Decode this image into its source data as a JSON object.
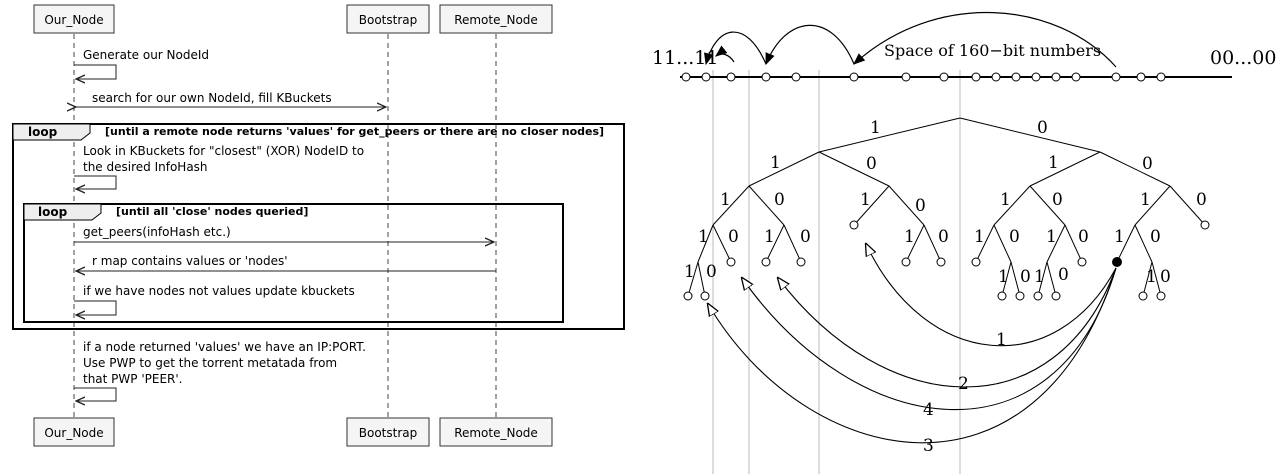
{
  "sequence": {
    "participants": [
      "Our_Node",
      "Bootstrap",
      "Remote_Node"
    ],
    "messages": [
      "Generate our NodeId",
      "search for our own NodeId, fill KBuckets",
      "Look in KBuckets for \"closest\" (XOR) NodeID to",
      "the desired InfoHash",
      "get_peers(infoHash etc.)",
      "r map contains values or 'nodes'",
      "if we have nodes not values update kbuckets",
      "if a node returned 'values' we have an IP:PORT.",
      "Use PWP to get the torrent metatada from",
      "that PWP 'PEER'."
    ],
    "outer_loop": {
      "label": "loop",
      "condition": "[until a remote node returns 'values' for get_peers or there are no closer nodes]"
    },
    "inner_loop": {
      "label": "loop",
      "condition": "[until all 'close' nodes queried]"
    }
  },
  "tree": {
    "title": "Space of 160−bit numbers",
    "left_end": "11...11",
    "right_end": "00...00",
    "bit_one": "1",
    "bit_zero": "0",
    "query_labels": [
      "1",
      "2",
      "4",
      "3"
    ]
  }
}
